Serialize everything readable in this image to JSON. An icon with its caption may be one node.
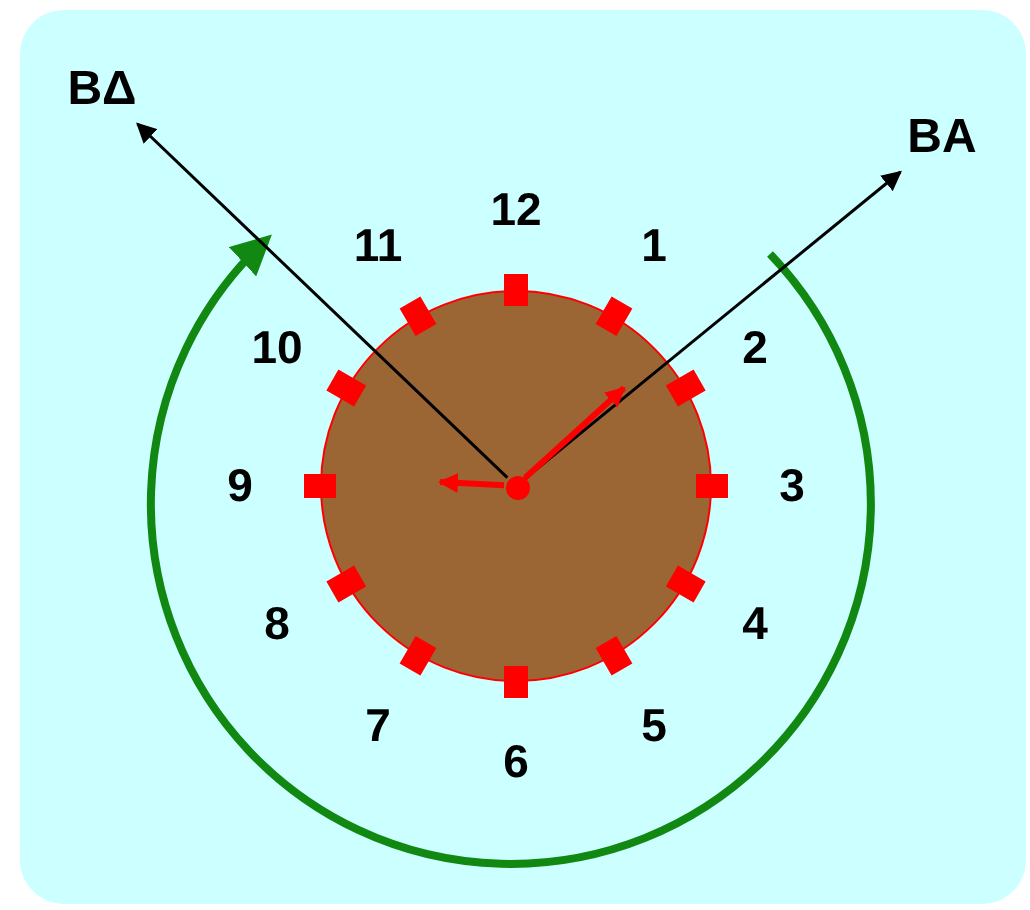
{
  "diagram": {
    "nodes": [
      {
        "text": [
          "ΒΔ"
        ]
      },
      {
        "text": [
          "ΒΑ"
        ]
      },
      {
        "text": [],
        "shape": "circle"
      },
      {
        "text": [],
        "shape": "circle",
        "in": 2
      }
    ],
    "edges": [
      {
        "from": 3,
        "to": 1,
        "arrow": "to"
      },
      {
        "from": 3,
        "to": 0,
        "arrow": "to"
      },
      {
        "from": 3,
        "to": null,
        "arrow": "to",
        "color": "#ff0000",
        "style": "thick"
      },
      {
        "from": 3,
        "to": null,
        "arrow": "to",
        "color": "#ff0000",
        "style": "thick"
      }
    ],
    "labels": [
      "12",
      "1",
      "2",
      "3",
      "4",
      "5",
      "6",
      "7",
      "8",
      "9",
      "10",
      "11"
    ]
  }
}
